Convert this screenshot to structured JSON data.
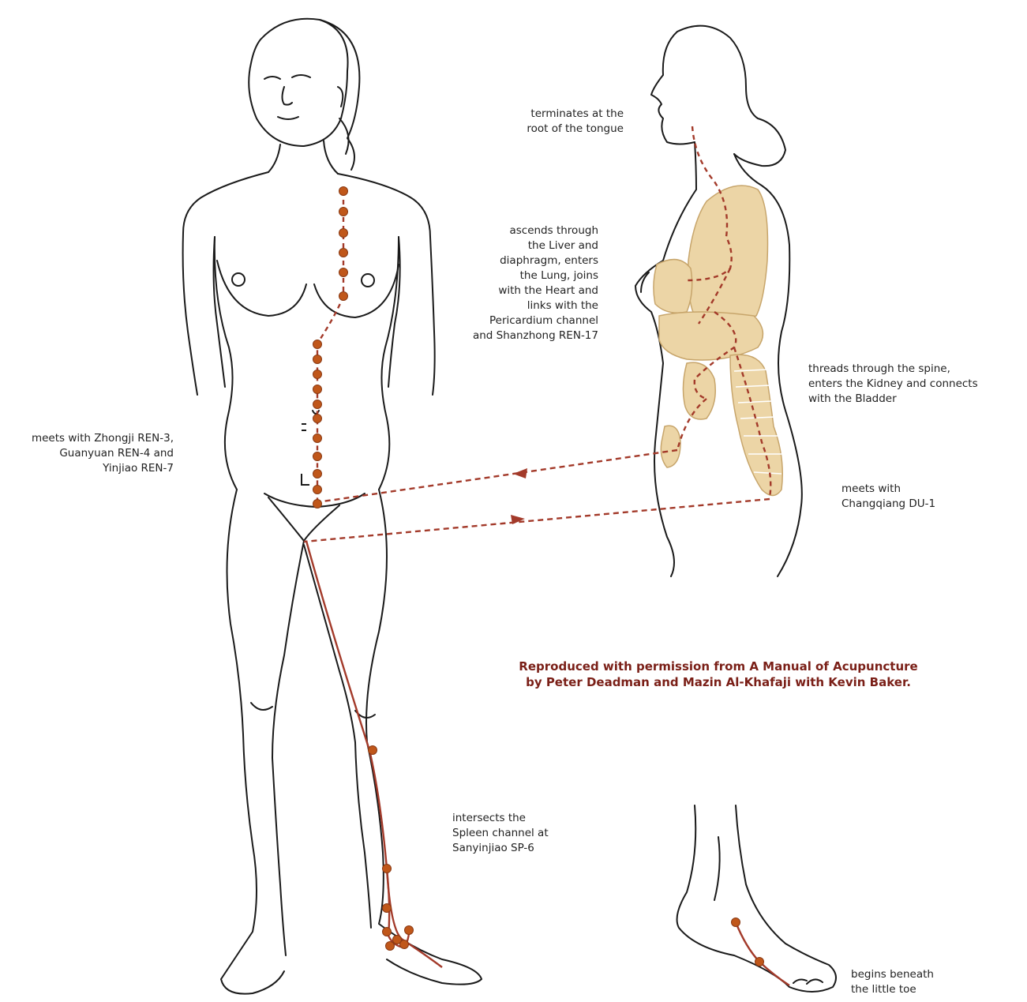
{
  "labels": {
    "tongue": [
      "terminates at the",
      "root of the tongue"
    ],
    "liver": [
      "ascends through",
      "the Liver and",
      "diaphragm, enters",
      "the Lung, joins",
      "with the Heart and",
      "links with the",
      "Pericardium channel",
      "and Shanzhong REN-17"
    ],
    "spine": [
      "threads through the spine,",
      "enters the Kidney and connects",
      "with the Bladder"
    ],
    "zhongji": [
      "meets with Zhongji REN-3,",
      "Guanyuan REN-4 and",
      "Yinjiao REN-7"
    ],
    "changqiang": [
      "meets with",
      "Changqiang DU-1"
    ],
    "sanyinjiao": [
      "intersects the",
      "Spleen channel at",
      "Sanyinjiao SP-6"
    ],
    "toe": [
      "begins beneath",
      "the little toe"
    ]
  },
  "credit": {
    "line1": "Reproduced with permission from A Manual of Acupuncture",
    "line2": "by Peter Deadman and Mazin Al-Khafaji with Kevin Baker."
  },
  "colors": {
    "outline": "#1a1a1a",
    "channel": "#a33a2a",
    "point_fill": "#c0571a",
    "organ_fill": "#ecd5a6",
    "credit_text": "#7a1f17"
  }
}
